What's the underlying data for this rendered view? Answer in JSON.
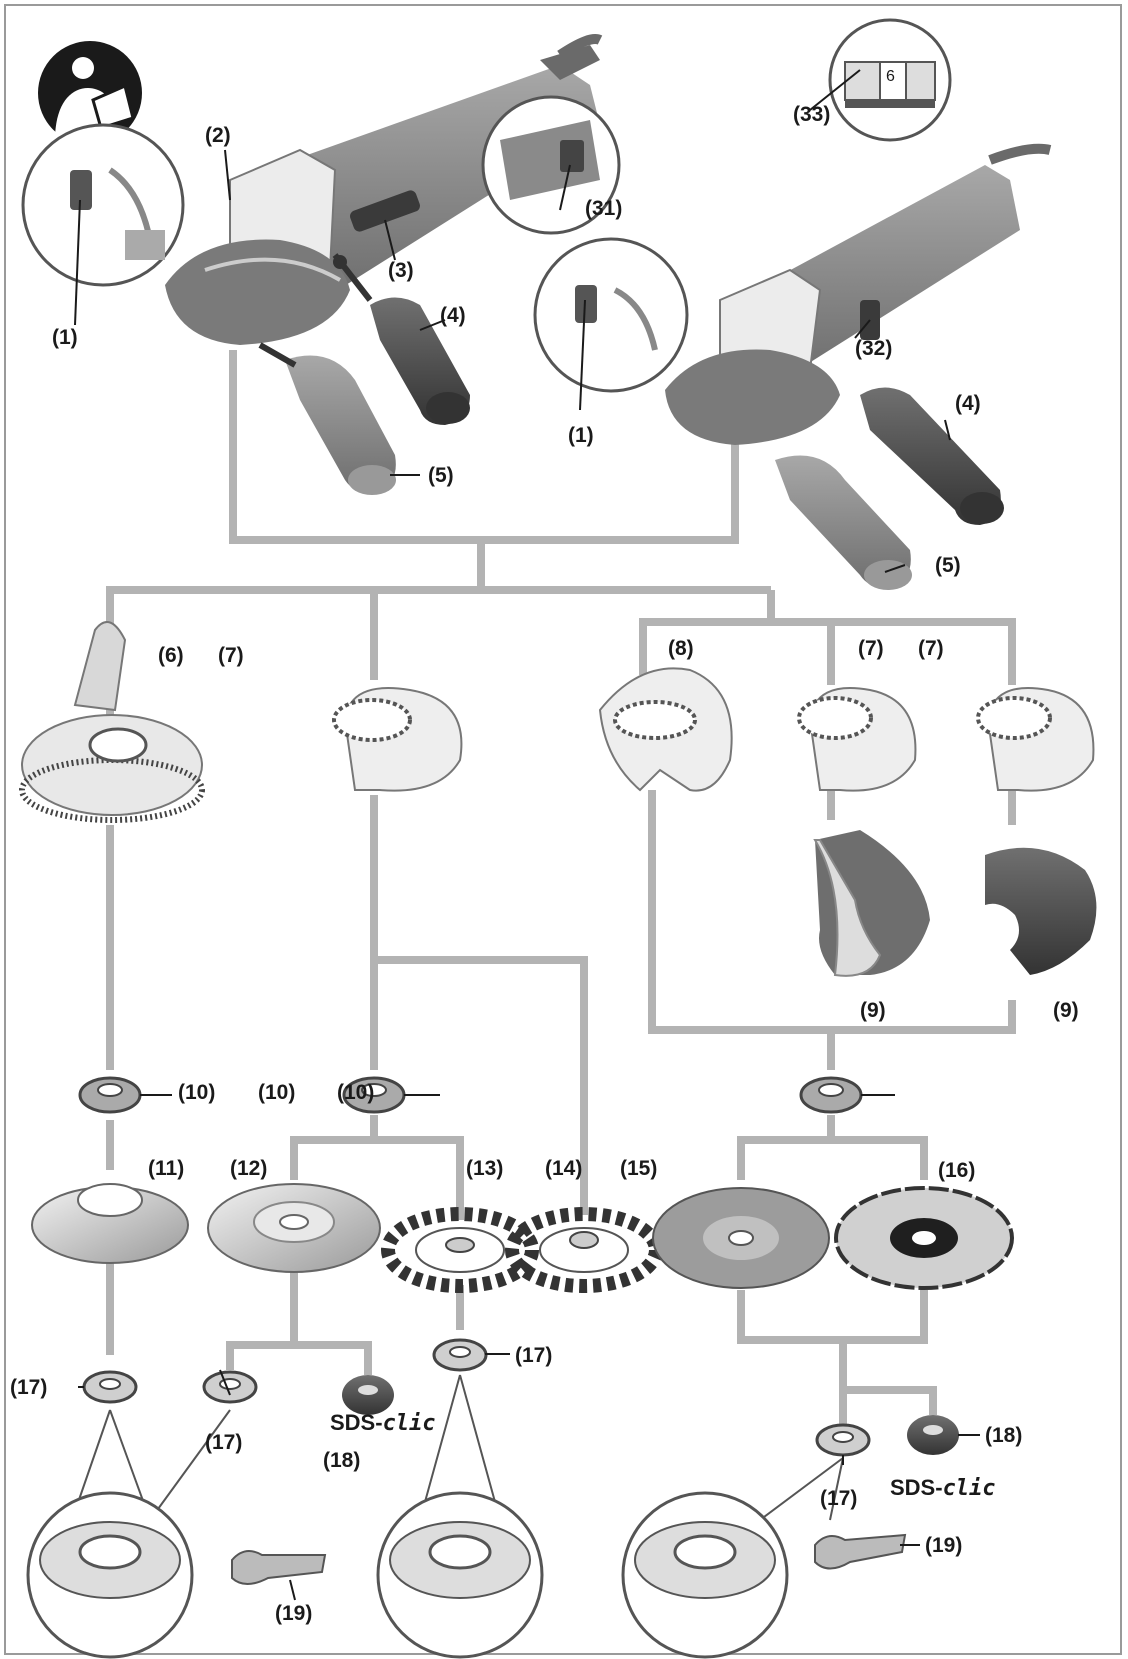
{
  "diagram": {
    "brand_text": "SDS-",
    "brand_suffix": "clic",
    "labels": {
      "l1a": "(1)",
      "l2": "(2)",
      "l3": "(3)",
      "l4a": "(4)",
      "l5a": "(5)",
      "l31": "(31)",
      "l33": "(33)",
      "l32": "(32)",
      "l1b": "(1)",
      "l4b": "(4)",
      "l5b": "(5)",
      "l6": "(6)",
      "l7a": "(7)",
      "l8": "(8)",
      "l7b": "(7)",
      "l7c": "(7)",
      "l9a": "(9)",
      "l9b": "(9)",
      "l10a": "(10)",
      "l10b": "(10)",
      "l10c": "(10)",
      "l11": "(11)",
      "l12": "(12)",
      "l13": "(13)",
      "l14": "(14)",
      "l15": "(15)",
      "l16": "(16)",
      "l17a": "(17)",
      "l17b": "(17)",
      "l17c": "(17)",
      "l17d": "(17)",
      "l18a": "(18)",
      "l18b": "(18)",
      "l19a": "(19)",
      "l19b": "(19)"
    },
    "dial_number": "6",
    "colors": {
      "line": "#b3b3b3",
      "body": "#8c8c8c",
      "body_dark": "#555555",
      "light": "#e6e6e6",
      "ink": "#1a1a1a"
    }
  }
}
